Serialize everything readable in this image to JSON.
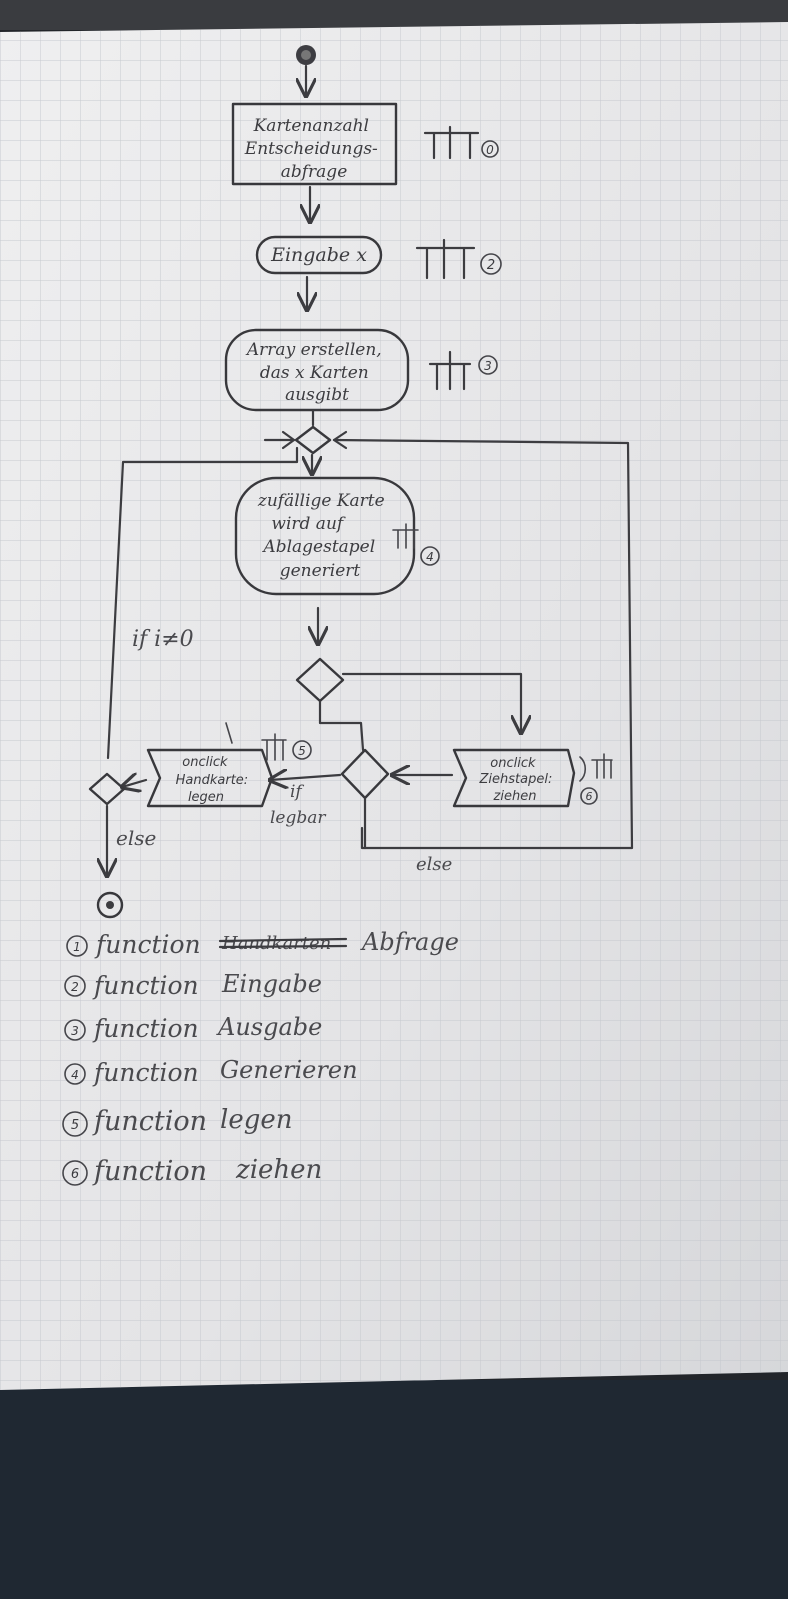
{
  "diagram": {
    "nodes": {
      "box1": [
        "Kartenanzahl",
        "Entscheidungs-",
        "abfrage"
      ],
      "eingabe": "Eingabe x",
      "array": [
        "Array erstellen,",
        "das x Karten",
        "ausgibt"
      ],
      "random": [
        "zufällige Karte",
        "wird auf",
        "Ablagestapel",
        "generiert"
      ],
      "legen": [
        "onclick",
        "Handkarte:",
        "legen"
      ],
      "ziehen": [
        "onclick",
        "Ziehstapel:",
        "ziehen"
      ]
    },
    "markers": {
      "m1": "0",
      "m2": "2",
      "m3": "3",
      "m4": "4",
      "m5": "5",
      "m6": "6"
    },
    "edge_labels": {
      "if_not_zero": "if i≠0",
      "if_legbar": [
        "if",
        "legbar"
      ],
      "else_right": "else",
      "else_left": "else"
    },
    "legend": [
      {
        "num": "1",
        "word": "function",
        "struck": "Handkarten",
        "name": "Abfrage"
      },
      {
        "num": "2",
        "word": "function",
        "name": "Eingabe"
      },
      {
        "num": "3",
        "word": "function",
        "name": "Ausgabe"
      },
      {
        "num": "4",
        "word": "function",
        "name": "Generieren"
      },
      {
        "num": "5",
        "word": "function",
        "name": "legen"
      },
      {
        "num": "6",
        "word": "function",
        "name": "ziehen"
      }
    ]
  }
}
